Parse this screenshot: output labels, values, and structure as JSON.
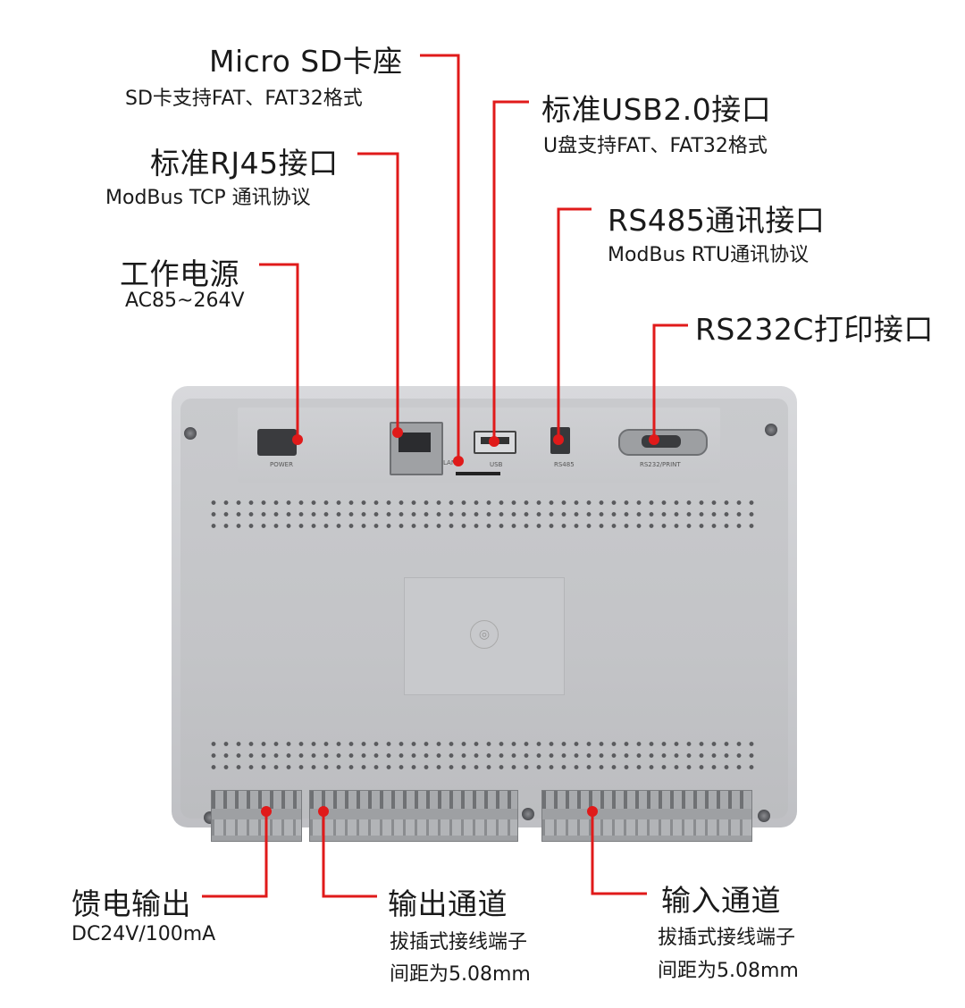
{
  "callouts": {
    "microsd": {
      "title": "Micro SD卡座",
      "sub": "SD卡支持FAT、FAT32格式"
    },
    "rj45": {
      "title": "标准RJ45接口",
      "sub": "ModBus TCP 通讯协议"
    },
    "power": {
      "title": "工作电源",
      "sub": "AC85~264V"
    },
    "usb": {
      "title": "标准USB2.0接口",
      "sub": "U盘支持FAT、FAT32格式"
    },
    "rs485": {
      "title": "RS485通讯接口",
      "sub": "ModBus RTU通讯协议"
    },
    "rs232": {
      "title": "RS232C打印接口"
    },
    "feed": {
      "title": "馈电输出",
      "sub": "DC24V/100mA"
    },
    "output": {
      "title": "输出通道",
      "sub1": "拔插式接线端子",
      "sub2": "间距为5.08mm"
    },
    "input": {
      "title": "输入通道",
      "sub1": "拔插式接线端子",
      "sub2": "间距为5.08mm"
    }
  },
  "device_labels": {
    "power": "POWER",
    "lan": "LAN",
    "usb": "USB",
    "rs485": "RS485",
    "rs232": "RS232/PRINT"
  },
  "colors": {
    "leader": "#e01a1a",
    "panel": "#c5c6c9",
    "frame": "#d3d4d7"
  }
}
